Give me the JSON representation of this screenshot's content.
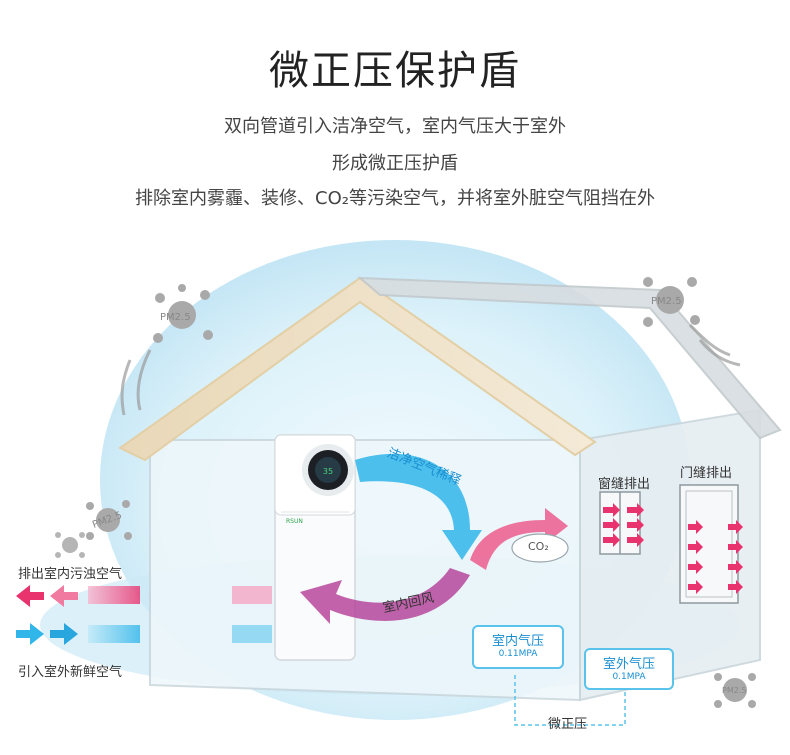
{
  "header": {
    "title": "微正压保护盾",
    "line1": "双向管道引入洁净空气，室内气压大于室外",
    "line2": "形成微正压护盾",
    "line3": "排除室内雾霾、装修、CO₂等污染空气，并将室外脏空气阻挡在外"
  },
  "scene": {
    "exhaust_label": "排出室内污浊空气",
    "intake_label": "引入室外新鲜空气",
    "clean_release_label": "洁净空气稀释",
    "return_air_label": "室内回风",
    "co2_label": "CO₂",
    "window_exhaust_label": "窗缝排出",
    "door_exhaust_label": "门缝排出",
    "indoor_pressure": {
      "label": "室内气压",
      "value": "0.11MPA"
    },
    "outdoor_pressure": {
      "label": "室外气压",
      "value": "0.1MPA"
    },
    "micro_pressure_label": "微正压",
    "pm_label": "PM2.5",
    "device_brand": "RSUN"
  },
  "colors": {
    "cyan": "#59c3ec",
    "pink": "#e8336f",
    "blue": "#1a8fd0"
  }
}
